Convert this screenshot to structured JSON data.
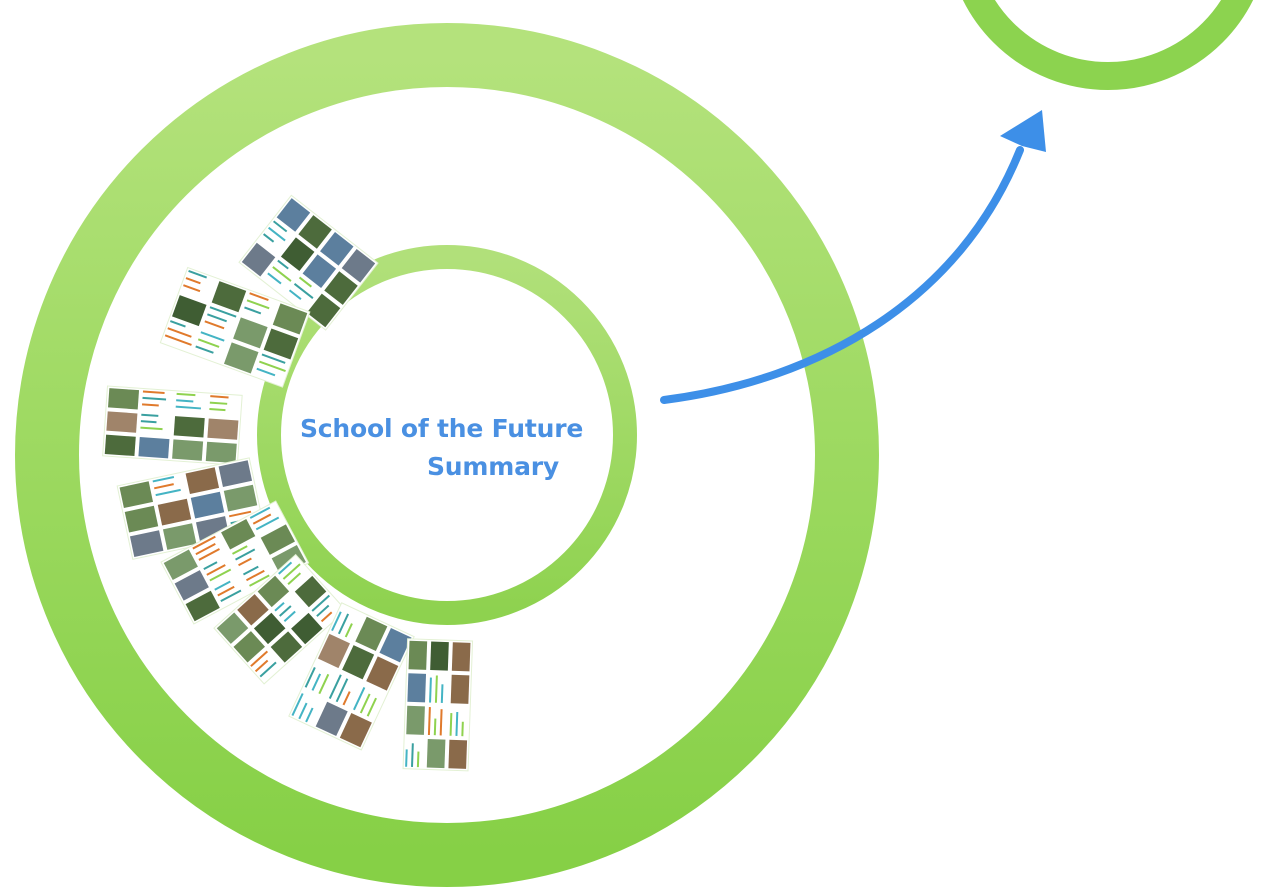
{
  "title": {
    "line1": "School of the Future",
    "line2": "Summary"
  },
  "colors": {
    "ring_green_light": "#b4e27c",
    "ring_green": "#8cd34f",
    "arrow_blue": "#3d8fe8",
    "title_blue": "#4a90e2"
  },
  "thumbnail_groups": [
    {
      "name": "slide-group-1"
    },
    {
      "name": "slide-group-2"
    },
    {
      "name": "slide-group-3"
    },
    {
      "name": "slide-group-4"
    },
    {
      "name": "slide-group-5"
    },
    {
      "name": "slide-group-6"
    },
    {
      "name": "slide-group-7"
    },
    {
      "name": "slide-group-8"
    }
  ]
}
